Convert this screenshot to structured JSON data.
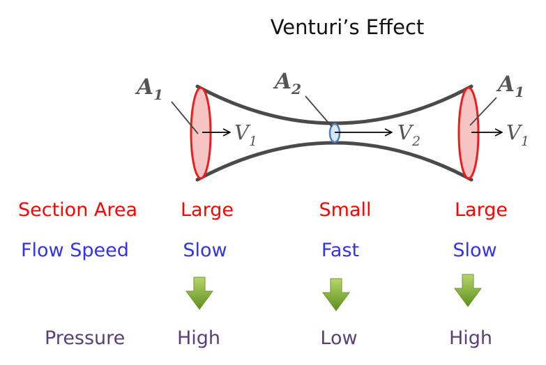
{
  "title": "Venturi’s Effect",
  "tube": {
    "left_area": {
      "letter": "A",
      "sub": "1"
    },
    "throat_area": {
      "letter": "A",
      "sub": "2"
    },
    "right_area": {
      "letter": "A",
      "sub": "1"
    },
    "left_velocity": {
      "letter": "V",
      "sub": "1"
    },
    "throat_velocity": {
      "letter": "V",
      "sub": "2"
    },
    "right_velocity": {
      "letter": "V",
      "sub": "1"
    }
  },
  "rows": {
    "section_area": {
      "label": "Section Area",
      "color": "#ff0000",
      "values": [
        "Large",
        "Small",
        "Large"
      ]
    },
    "flow_speed": {
      "label": "Flow Speed",
      "color": "#3333ee",
      "values": [
        "Slow",
        "Fast",
        "Slow"
      ]
    },
    "pressure": {
      "label": "Pressure",
      "color": "#5b3f7a",
      "values": [
        "High",
        "Low",
        "High"
      ]
    }
  },
  "colors": {
    "tube_wall": "#4a4a4a",
    "cross_section_fill": "#f7c4c4",
    "cross_section_stroke": "#ee1c1c",
    "throat_fill": "#d9e6f5",
    "throat_stroke": "#4f7fc0",
    "down_arrow": "#78a82e"
  }
}
